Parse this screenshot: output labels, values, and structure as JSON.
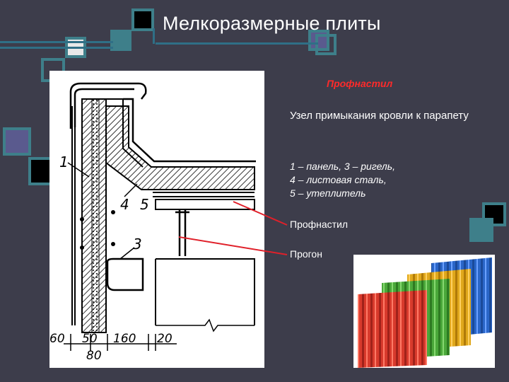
{
  "slide": {
    "title": "Мелкоразмерные плиты",
    "profnastil_heading": "Профнастил",
    "description": "Узел примыкания кровли к парапету",
    "legend_lines": [
      "1 – панель, 3 – ригель,",
      "4 – листовая сталь,",
      "5 – утеплитель"
    ],
    "callout_profnastil": "Профнастил",
    "callout_progon": "Прогон"
  },
  "drawing": {
    "labels": {
      "l1": "1",
      "l3": "3",
      "l4": "4",
      "l5": "5",
      "d60": "60",
      "d50": "50",
      "d160": "160",
      "d20": "20",
      "d80": "80"
    }
  },
  "photo": {
    "sheet_colors": [
      "#d83a2c",
      "#4aa83a",
      "#e0a81c",
      "#2a66c8"
    ]
  },
  "colors": {
    "background": "#3d3d4b",
    "accent_teal": "#3e7f8a",
    "accent_blue": "#2f6f86",
    "callout_line": "#e0202a"
  }
}
